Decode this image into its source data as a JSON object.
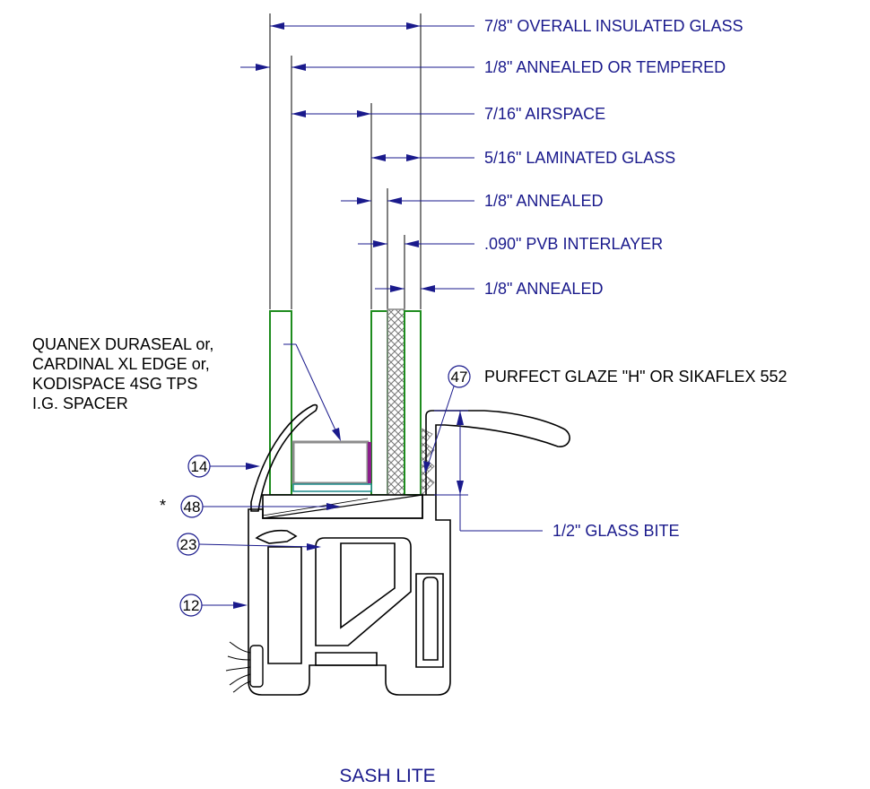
{
  "dimensions": {
    "overall": "7/8\"  OVERALL INSULATED GLASS",
    "outer_lite": "1/8\"  ANNEALED OR TEMPERED",
    "airspace": "7/16\"  AIRSPACE",
    "laminated": "5/16\"  LAMINATED GLASS",
    "annealed_1": "1/8\"  ANNEALED",
    "pvb": ".090\"  PVB INTERLAYER",
    "annealed_2": "1/8\"  ANNEALED",
    "glass_bite": "1/2\"  GLASS BITE"
  },
  "spacer_note": [
    "QUANEX DURASEAL or,",
    "CARDINAL XL EDGE or,",
    "KODISPACE 4SG TPS",
    "I.G. SPACER"
  ],
  "glazing_note": "PURFECT GLAZE \"H\" OR SIKAFLEX 552",
  "callouts": {
    "c47": "47",
    "c14": "14",
    "c48": "48",
    "c23": "23",
    "c12": "12",
    "asterisk": "*"
  },
  "drawing_title": "SASH LITE",
  "colors": {
    "dimension": "#1a1a8c",
    "glass": "#1e8c1e",
    "spacer": "#8c8c8c",
    "spacer_seal": "#8c1e8c",
    "spacer_base": "#1e8c8c",
    "outline": "#000000"
  }
}
